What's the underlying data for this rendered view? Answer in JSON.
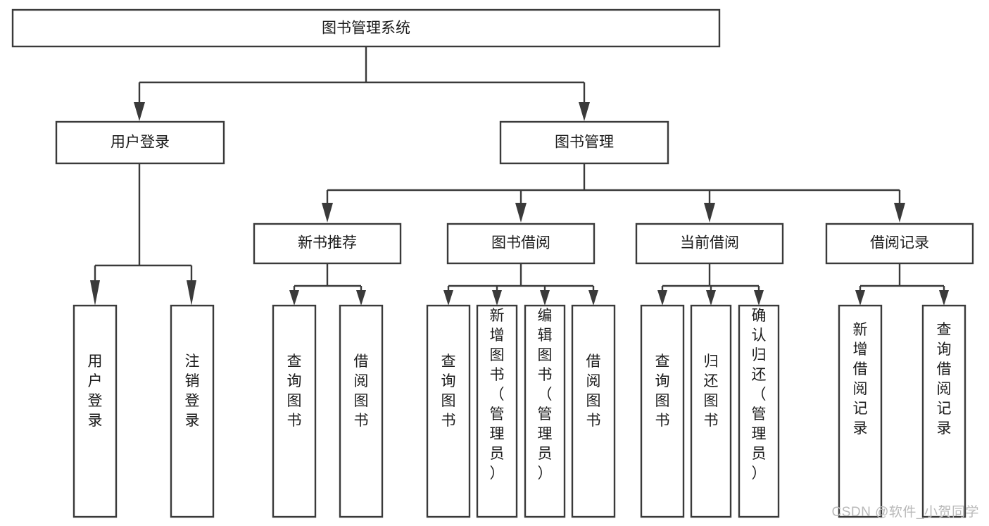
{
  "diagram": {
    "title": "图书管理系统",
    "type": "tree",
    "orientation": "top-down",
    "colors": {
      "stroke": "#3a3a3a",
      "box_fill": "#ffffff",
      "text": "#1c1c1c",
      "background": "#ffffff",
      "watermark": "#b9b9b9"
    },
    "root": {
      "id": "root",
      "label": "图书管理系统"
    },
    "level1": [
      {
        "id": "user-login",
        "label": "用户登录"
      },
      {
        "id": "book-manage",
        "label": "图书管理"
      }
    ],
    "level2": [
      {
        "id": "new-book-rec",
        "label": "新书推荐",
        "parent": "book-manage"
      },
      {
        "id": "book-borrow",
        "label": "图书借阅",
        "parent": "book-manage"
      },
      {
        "id": "current-borrow",
        "label": "当前借阅",
        "parent": "book-manage"
      },
      {
        "id": "borrow-record",
        "label": "借阅记录",
        "parent": "book-manage"
      }
    ],
    "leaves": [
      {
        "id": "leaf-user-login",
        "label": "用户登录",
        "parent": "user-login"
      },
      {
        "id": "leaf-logout",
        "label": "注销登录",
        "parent": "user-login"
      },
      {
        "id": "leaf-query-book-1",
        "label": "查询图书",
        "parent": "new-book-rec"
      },
      {
        "id": "leaf-borrow-book-1",
        "label": "借阅图书",
        "parent": "new-book-rec"
      },
      {
        "id": "leaf-query-book-2",
        "label": "查询图书",
        "parent": "book-borrow"
      },
      {
        "id": "leaf-add-book",
        "label": "新增图书（管理员）",
        "parent": "book-borrow"
      },
      {
        "id": "leaf-edit-book",
        "label": "编辑图书（管理员）",
        "parent": "book-borrow"
      },
      {
        "id": "leaf-borrow-book-2",
        "label": "借阅图书",
        "parent": "book-borrow"
      },
      {
        "id": "leaf-query-book-3",
        "label": "查询图书",
        "parent": "current-borrow"
      },
      {
        "id": "leaf-return-book",
        "label": "归还图书",
        "parent": "current-borrow"
      },
      {
        "id": "leaf-confirm-return",
        "label": "确认归还（管理员）",
        "parent": "current-borrow"
      },
      {
        "id": "leaf-add-record",
        "label": "新增借阅记录",
        "parent": "borrow-record"
      },
      {
        "id": "leaf-query-record",
        "label": "查询借阅记录",
        "parent": "borrow-record"
      }
    ]
  },
  "watermark": {
    "text": "CSDN @软件_小贺同学"
  }
}
